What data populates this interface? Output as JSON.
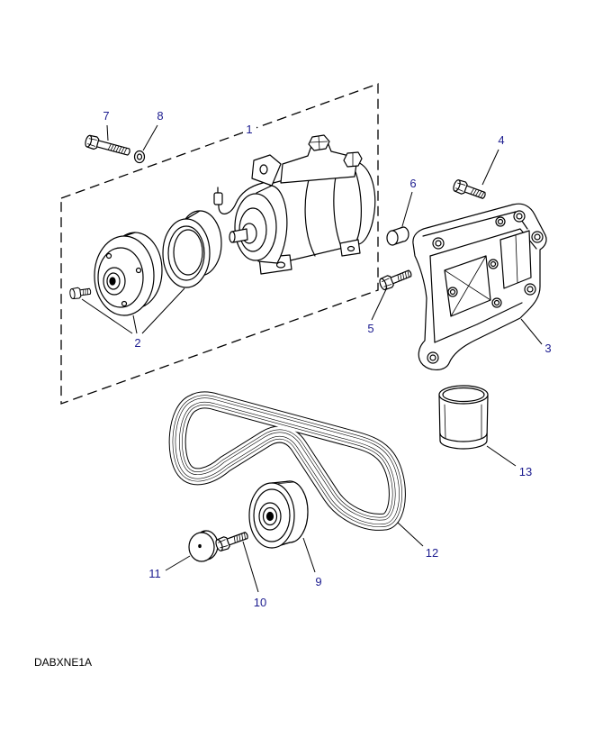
{
  "diagram": {
    "callouts": [
      "1",
      "2",
      "3",
      "4",
      "5",
      "6",
      "7",
      "8",
      "9",
      "10",
      "11",
      "12",
      "13"
    ],
    "reference_code": "DABXNE1A"
  },
  "colors": {
    "linework": "#000000",
    "callout_text": "#1c1c8f",
    "background": "#ffffff"
  }
}
